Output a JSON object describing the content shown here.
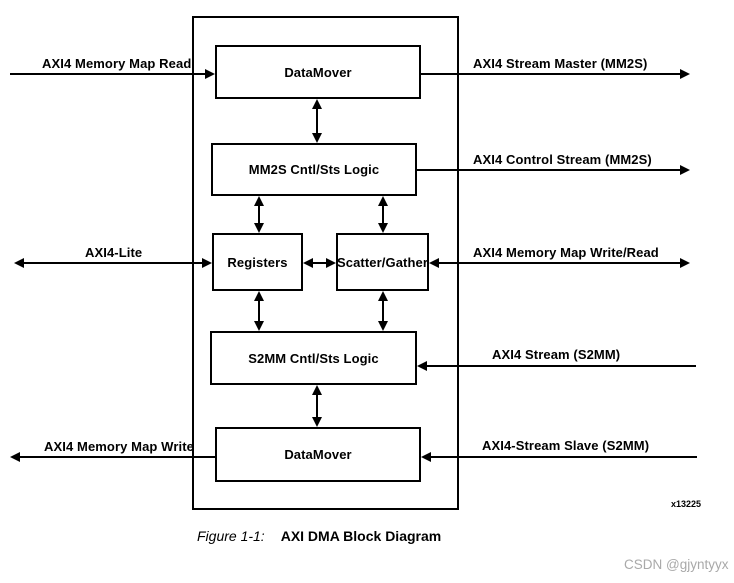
{
  "diagram": {
    "blocks": {
      "datamover_top": "DataMover",
      "mm2s_logic": "MM2S Cntl/Sts Logic",
      "registers": "Registers",
      "scatter_gather": "Scatter/Gather",
      "s2mm_logic": "S2MM Cntl/Sts Logic",
      "datamover_bottom": "DataMover"
    },
    "ports": {
      "mm_read": "AXI4 Memory Map Read",
      "stream_master": "AXI4 Stream Master (MM2S)",
      "control_stream": "AXI4 Control Stream (MM2S)",
      "axi4_lite": "AXI4-Lite",
      "mm_write_read": "AXI4 Memory Map Write/Read",
      "stream_s2mm": "AXI4 Stream (S2MM)",
      "stream_slave": "AXI4-Stream Slave (S2MM)",
      "mm_write": "AXI4 Memory Map Write"
    },
    "figure_id": "x13225"
  },
  "caption": {
    "label": "Figure 1-1:",
    "title": "AXI DMA Block Diagram"
  },
  "watermark": "CSDN @gjyntyyx",
  "colors": {
    "line": "#000000",
    "background": "#ffffff",
    "watermark": "#a9a9a9"
  }
}
